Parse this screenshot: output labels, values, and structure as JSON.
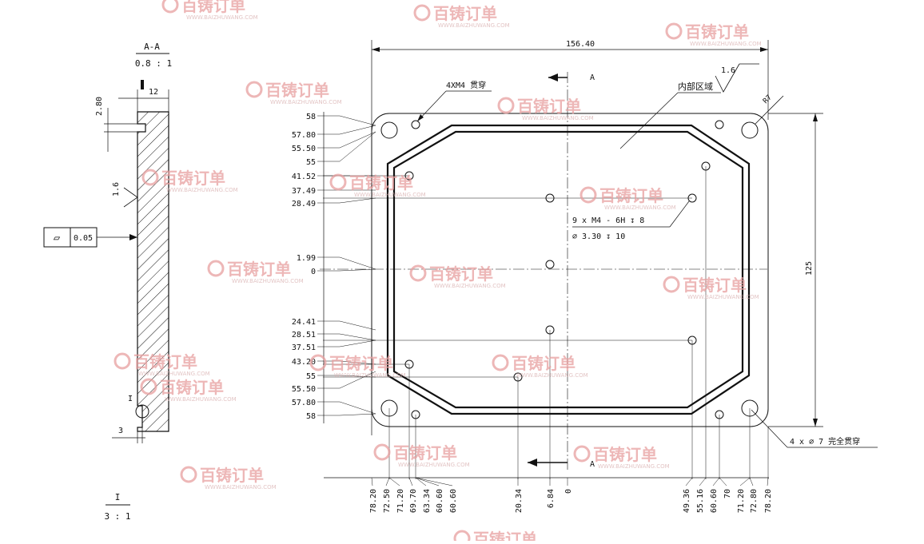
{
  "section": {
    "title": "A-A",
    "scale": "0.8 : 1"
  },
  "detail": {
    "label": "I",
    "scale": "3 : 1"
  },
  "section_dims": {
    "width": "12",
    "top_offset": "2.80",
    "bottom_offset": "3"
  },
  "section_roughness": "1.6",
  "flatness": {
    "symbol": "▱",
    "value": "0.05"
  },
  "plan": {
    "overall_width": "156.40",
    "overall_height": "125",
    "corner_radius": "R7",
    "inner_region": "内部区域",
    "roughness": "1.6",
    "section_mark": "A",
    "through_note": "4XM4 贯穿",
    "thread_note_1": "9 x  M4 - 6H ↧ 8",
    "thread_note_2": "⌀ 3.30 ↧ 10",
    "corner_hole_note": "4 x ⌀ 7 完全贯穿"
  },
  "left_dims": [
    "58",
    "57.80",
    "55.50",
    "55",
    "41.52",
    "37.49",
    "28.49",
    "1.99",
    "0",
    "24.41",
    "28.51",
    "37.51",
    "43.20",
    "55",
    "55.50",
    "57.80",
    "58"
  ],
  "bottom_dims": [
    "78.20",
    "72.50",
    "71.20",
    "69.70",
    "63.34",
    "60.60",
    "60.60",
    "20.34",
    "6.84",
    "0",
    "49.36",
    "55.16",
    "60.60",
    "70",
    "71.20",
    "72.80",
    "78.20"
  ],
  "watermark": {
    "logo": "百铸订单",
    "url": "WWW.BAIZHUWANG.COM"
  }
}
